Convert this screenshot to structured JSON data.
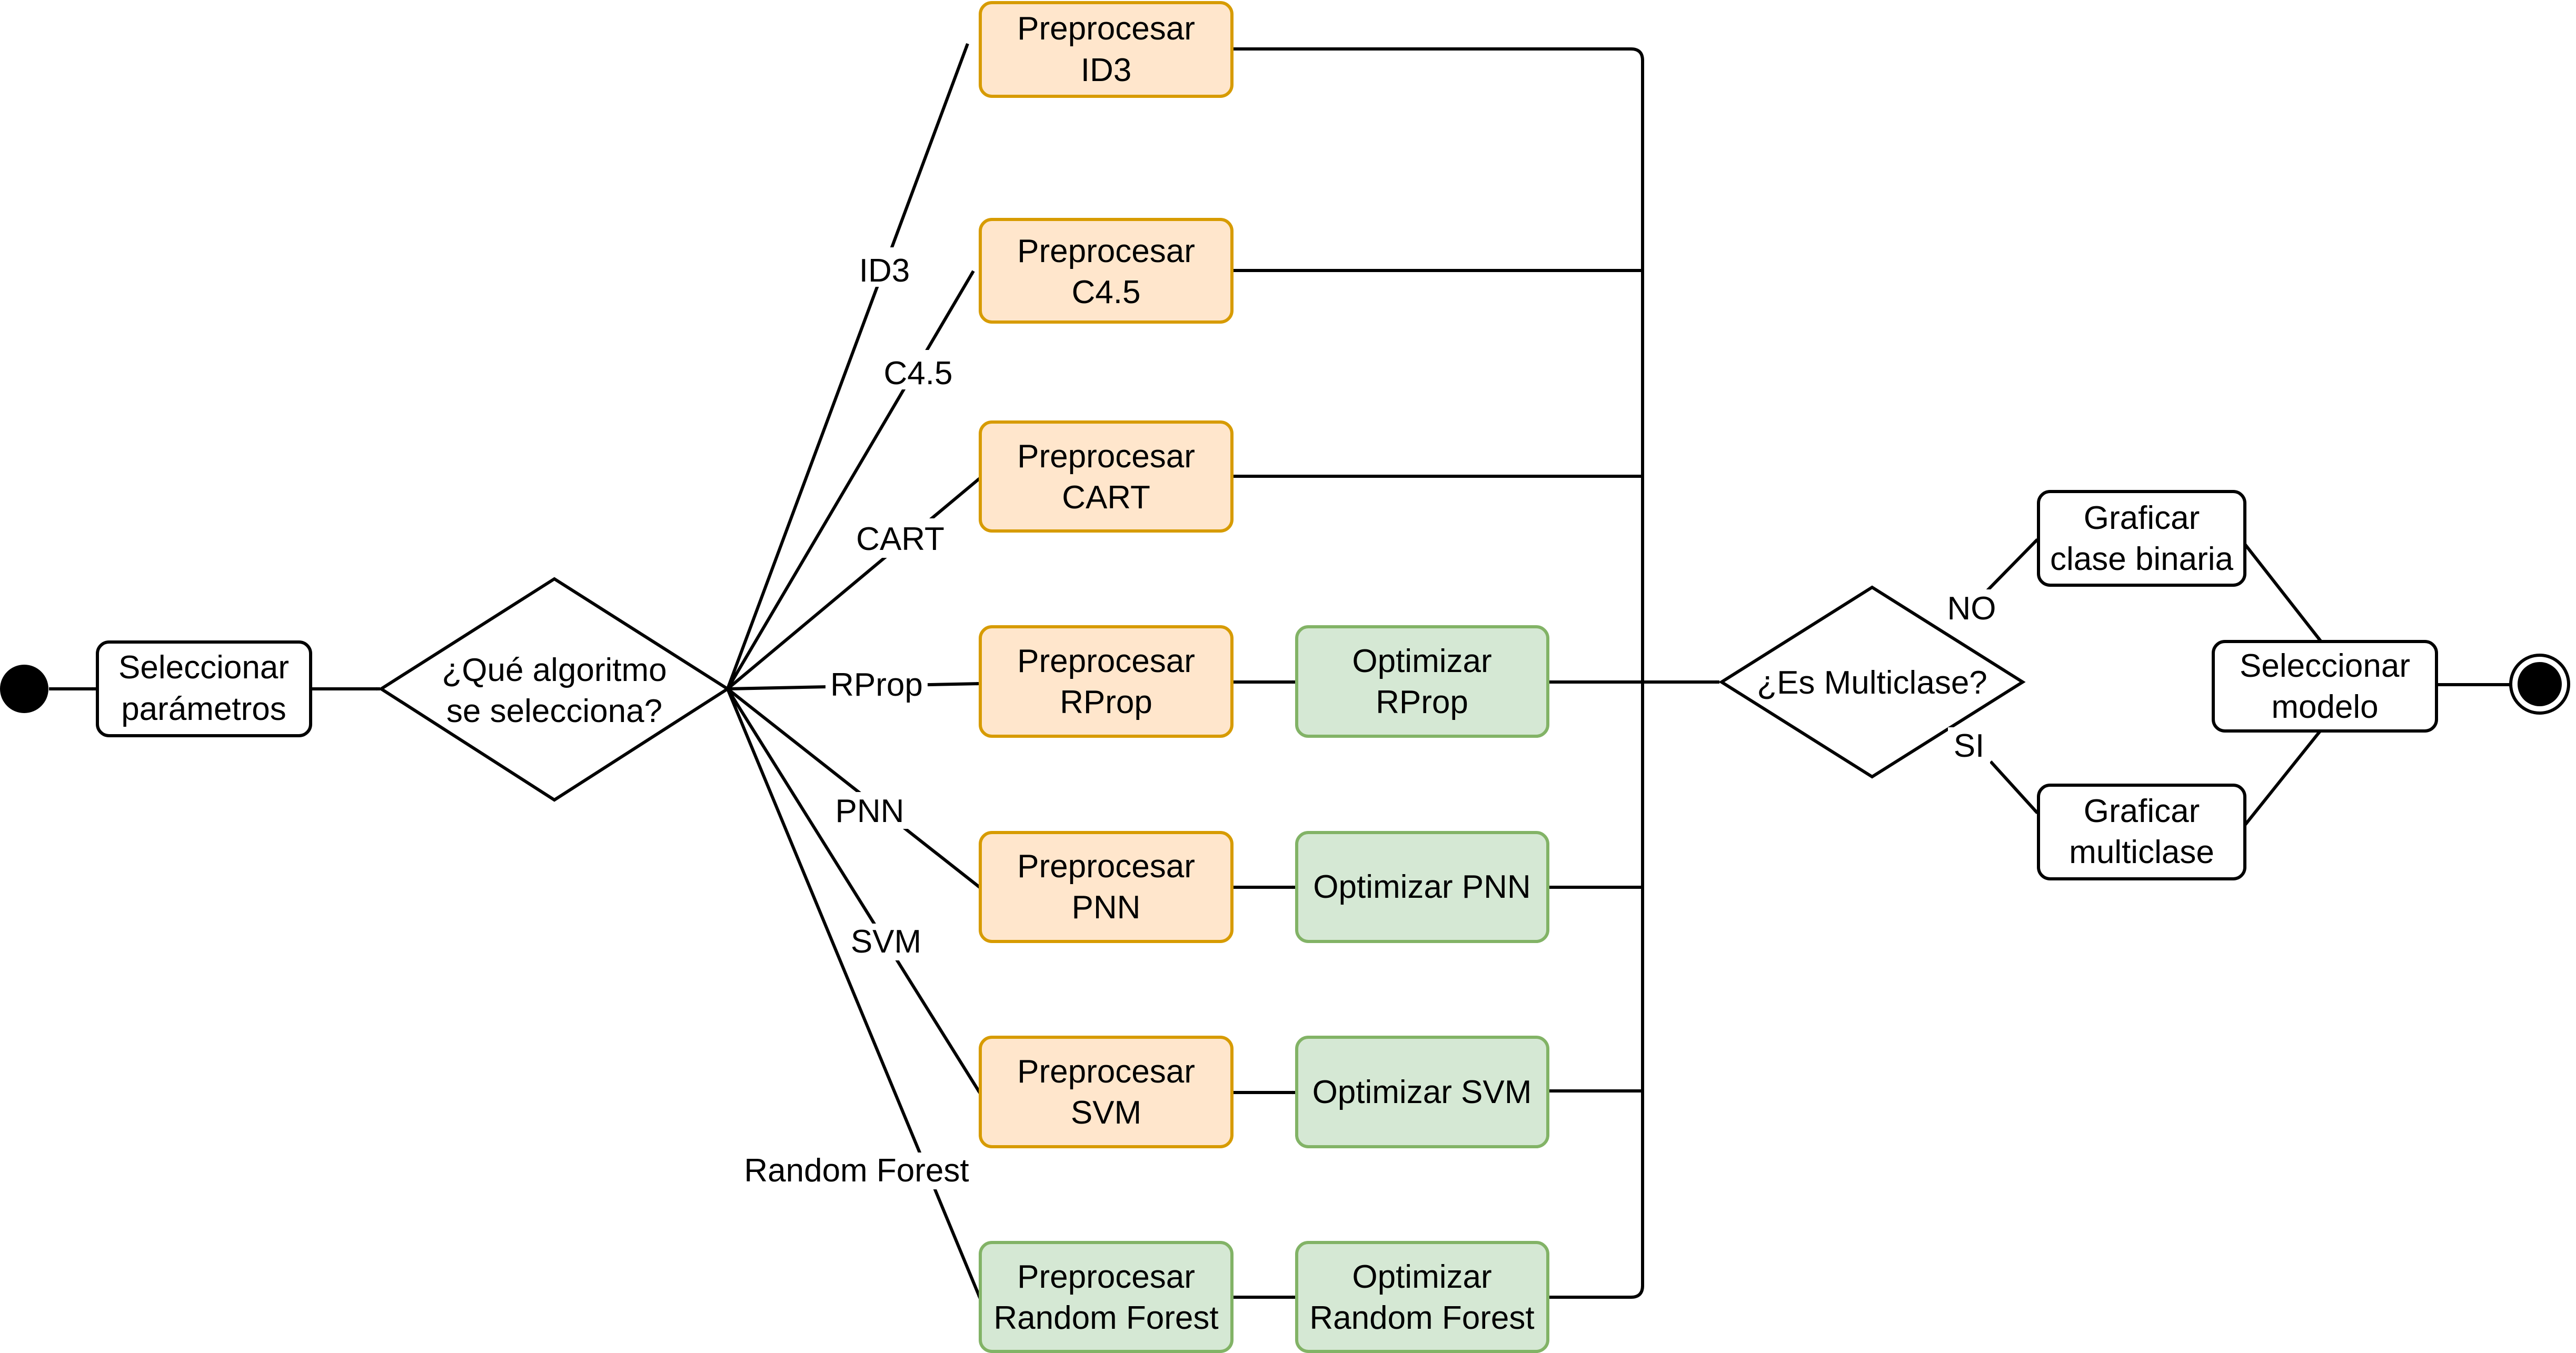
{
  "colors": {
    "stroke": "#000000",
    "background": "#ffffff",
    "orange_fill": "#ffe6cc",
    "orange_stroke": "#d79b00",
    "green_fill": "#d5e8d4",
    "green_stroke": "#82b366"
  },
  "nodes": {
    "seleccionar_parametros": [
      "Seleccionar",
      "parámetros"
    ],
    "decision_algoritmo": [
      "¿Qué algoritmo",
      "se selecciona?"
    ],
    "pre_id3": [
      "Preprocesar",
      "ID3"
    ],
    "pre_c45": [
      "Preprocesar",
      "C4.5"
    ],
    "pre_cart": [
      "Preprocesar",
      "CART"
    ],
    "pre_rprop": [
      "Preprocesar",
      "RProp"
    ],
    "pre_pnn": [
      "Preprocesar",
      "PNN"
    ],
    "pre_svm": [
      "Preprocesar",
      "SVM"
    ],
    "pre_rf": [
      "Preprocesar",
      "Random Forest"
    ],
    "opt_rprop": [
      "Optimizar",
      "RProp"
    ],
    "opt_pnn": [
      "Optimizar PNN"
    ],
    "opt_svm": [
      "Optimizar SVM"
    ],
    "opt_rf": [
      "Optimizar",
      "Random Forest"
    ],
    "decision_multiclase": [
      "¿Es Multiclase?"
    ],
    "graficar_binaria": [
      "Graficar",
      "clase binaria"
    ],
    "graficar_multiclase": [
      "Graficar",
      "multiclase"
    ],
    "seleccionar_modelo": [
      "Seleccionar",
      "modelo"
    ]
  },
  "edge_labels": {
    "id3": "ID3",
    "c45": "C4.5",
    "cart": "CART",
    "rprop": "RProp",
    "pnn": "PNN",
    "svm": "SVM",
    "rf": "Random Forest",
    "no": "NO",
    "si": "SI"
  }
}
